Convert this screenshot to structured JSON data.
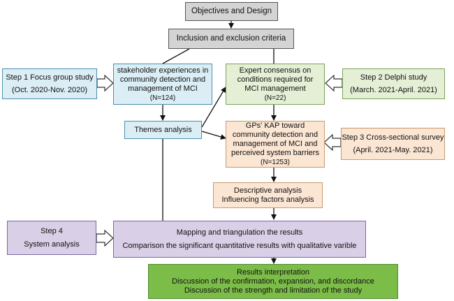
{
  "objectives": "Objectives and Design",
  "criteria": "Inclusion and exclusion criteria",
  "step1": {
    "line1": "Step 1 Focus group study",
    "line2": "(Oct. 2020-Nov. 2020)"
  },
  "stakeholder": {
    "line1": "stakeholder experiences in",
    "line2": "community detection and",
    "line3": "management of MCI",
    "n": "(N=124)"
  },
  "themes": "Themes analysis",
  "expert": {
    "line1": "Expert consensus on",
    "line2": "conditions required for",
    "line3": "MCI management",
    "n": "(N=22)"
  },
  "step2": {
    "line1": "Step 2 Delphi study",
    "line2": "(March. 2021-April. 2021)"
  },
  "gps": {
    "line1": "GPs' KAP toward",
    "line2": "community detection and",
    "line3": "management of MCI and",
    "line4": "perceived system barriers",
    "n": "(N=1253)"
  },
  "step3": {
    "line1": "Step 3 Cross-sectional survey",
    "line2": "(April. 2021-May. 2021)"
  },
  "descriptive": {
    "line1": "Descriptive analysis",
    "line2": "Influencing factors analysis"
  },
  "step4": {
    "line1": "Step 4",
    "line2": "System analysis"
  },
  "mapping": {
    "line1": "Mapping and triangulation the results",
    "line2": "Comparison the significant quantitative results with qualitative varible"
  },
  "results": {
    "line1": "Results interpretation",
    "line2": "Discussion of the confirmation, expansion, and discordance",
    "line3": "Discussion of the strength and limitation of the study"
  }
}
